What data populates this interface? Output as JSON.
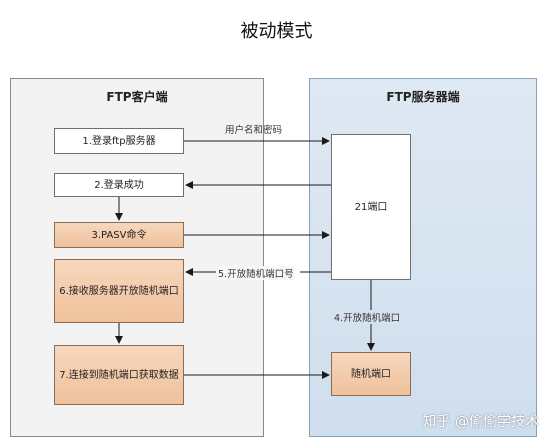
{
  "title": "被动模式",
  "client": {
    "label": "FTP客户端",
    "steps": [
      "1.登录ftp服务器",
      "2.登录成功",
      "3.PASV命令",
      "6.接收服务器开放随机端口",
      "7.连接到随机端口获取数据"
    ]
  },
  "server": {
    "label": "FTP服务器端",
    "port21": "21端口",
    "random_port": "随机端口"
  },
  "arrows": {
    "credentials": "用户名和密码",
    "open_random_port_number": "5.开放随机端口号",
    "open_random_port": "4.开放随机端口"
  },
  "watermark": "知乎 @偷偷学技术",
  "colors": {
    "client_panel": "#f3f3f3",
    "server_panel": "#d8e4f0",
    "highlight_box": "#f2c6a3"
  }
}
